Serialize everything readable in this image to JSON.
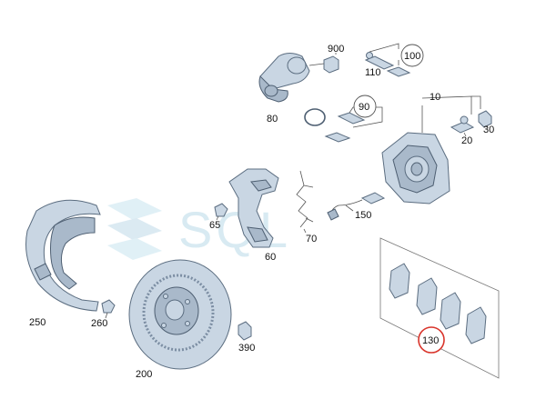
{
  "watermark": {
    "text": "SQL"
  },
  "parts": {
    "p900": "900",
    "p110": "110",
    "p100": "100",
    "p80": "80",
    "p90": "90",
    "p10": "10",
    "p20": "20",
    "p30": "30",
    "p150": "150",
    "p65": "65",
    "p70": "70",
    "p60": "60",
    "p250": "250",
    "p260": "260",
    "p390": "390",
    "p200": "200",
    "p130": "130"
  },
  "colors": {
    "highlight_circle": "#d9342b",
    "part_fill": "#c9d6e3",
    "part_stroke": "#5b6d80"
  }
}
